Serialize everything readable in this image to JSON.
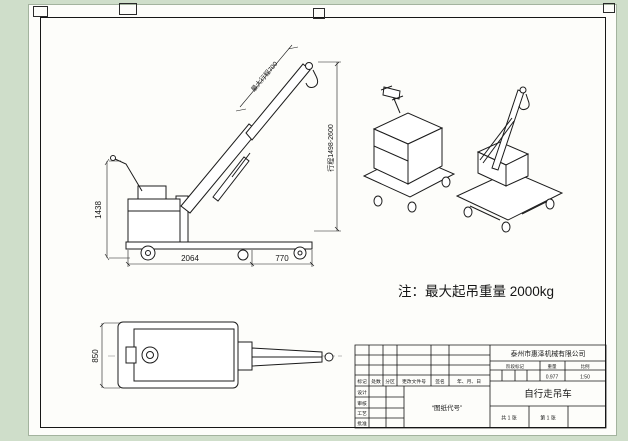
{
  "drawing": {
    "note": "注：最大起吊重量 2000kg",
    "dims": {
      "height": "1438",
      "length": "2064",
      "front": "770",
      "width": "850",
      "boom_travel": "最大行程700",
      "lift_range": "行程1498-2600"
    }
  },
  "title_block": {
    "company": "泰州市惠泽机械有限公司",
    "product": "自行走吊车",
    "drawing_code": "“图纸代号”",
    "header": {
      "mark": "标记",
      "count": "处数",
      "zone": "分区",
      "change_file": "更改文件号",
      "signature": "签名",
      "date": "年、月、日"
    },
    "rows": {
      "design": "设计",
      "review": "审核",
      "process": "工艺",
      "approve": "批准"
    },
    "stage_label": "阶段标记",
    "weight_label": "重量",
    "scale_label": "比例",
    "weight_value": "0.977",
    "scale_value": "1:50",
    "sheet_total": "共 1 张",
    "sheet_index": "第 1 张"
  }
}
